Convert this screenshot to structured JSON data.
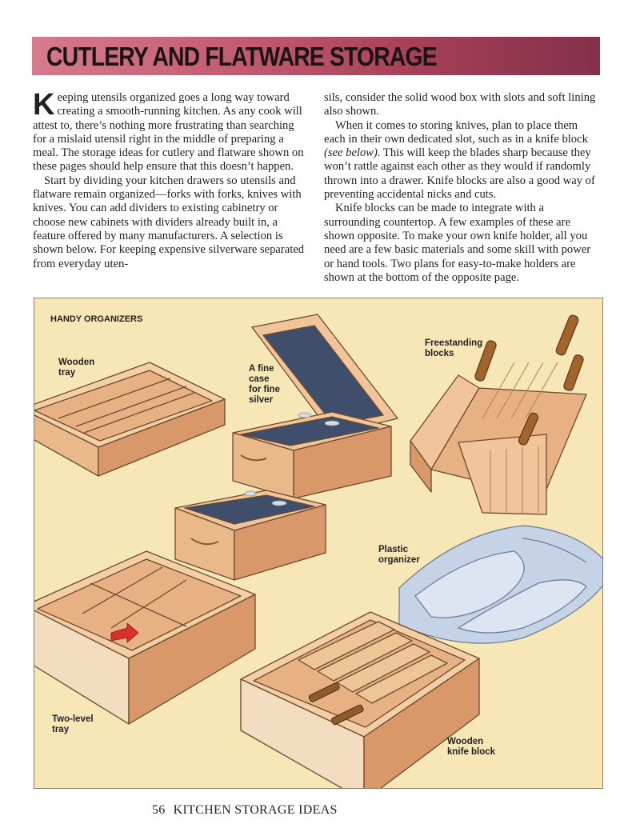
{
  "title": "CUTLERY AND FLATWARE STORAGE",
  "body": {
    "dropcap": "K",
    "left_paragraphs": [
      "eeping utensils organized goes a long way toward creating a smooth-running kitchen. As any cook will attest to, there’s nothing more frustrating than searching for a mislaid utensil right in the middle of preparing a meal. The storage ideas for cutlery and flatware shown on these pages should help ensure that this doesn’t happen.",
      "Start by dividing your kitchen drawers so utensils and flatware remain organized—forks with forks, knives with knives. You can add dividers to existing cabinetry or choose new cabinets with dividers already built in, a feature offered by many manufacturers. A selection is shown below. For keeping expensive silverware separated from everyday uten-"
    ],
    "right_paragraphs": [
      "sils, consider the solid wood box with slots and soft lining also shown.",
      "When it comes to storing knives, plan to place them each in their own dedicated slot, such as in a knife block",
      "This will keep the blades sharp because they won’t rattle against each other as they would if randomly thrown into a drawer. Knife blocks are also a good way of preventing accidental nicks and cuts.",
      "Knife blocks can be made to integrate with a surrounding countertop. A few examples of these are shown opposite. To make your own knife holder, all you need are a few basic materials and some skill with power or hand tools. Two plans for easy-to-make holders are shown at the bottom of the opposite page."
    ],
    "see_below": "(see below)."
  },
  "illustration": {
    "heading": "HANDY ORGANIZERS",
    "labels": {
      "wooden_tray": "Wooden\ntray",
      "fine_case": "A fine\ncase\nfor fine\nsilver",
      "freestanding": "Freestanding\nblocks",
      "plastic": "Plastic\norganizer",
      "two_level": "Two-level\ntray",
      "wooden_knife_block": "Wooden\nknife block"
    }
  },
  "footer": {
    "page_number": "56",
    "section": "KITCHEN STORAGE IDEAS"
  },
  "colors": {
    "title_gradient_start": "#d67a8c",
    "title_gradient_end": "#85304a",
    "illustration_bg": "#f7e7b6",
    "wood": "#f1c49a",
    "wood_dark": "#c9875a",
    "lining": "#3f4e6a",
    "plastic": "#c6d2e6",
    "arrow": "#d9302a"
  }
}
